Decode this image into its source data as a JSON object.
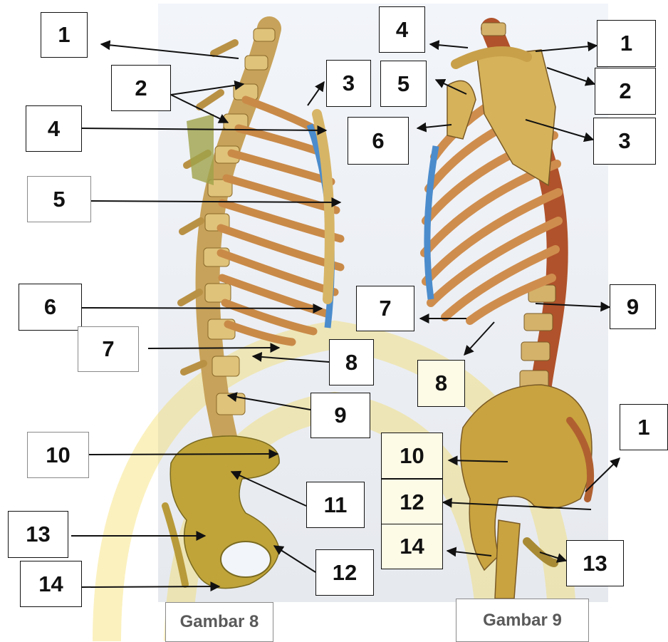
{
  "figures": [
    {
      "caption": "Gambar 8",
      "labels": [
        "1",
        "2",
        "3",
        "4",
        "5",
        "6",
        "7",
        "8",
        "9",
        "10",
        "11",
        "12",
        "13",
        "14"
      ]
    },
    {
      "caption": "Gambar 9",
      "labels": [
        "1",
        "2",
        "3",
        "4",
        "5",
        "6",
        "7",
        "8",
        "9",
        "10",
        "1",
        "12",
        "13",
        "14"
      ]
    }
  ],
  "colors": {
    "bone": "#d7b567",
    "rib": "#c98a48",
    "cartilage": "#4b8ccc",
    "arrow": "#111111",
    "background_watermark": "#f3cf1d"
  }
}
